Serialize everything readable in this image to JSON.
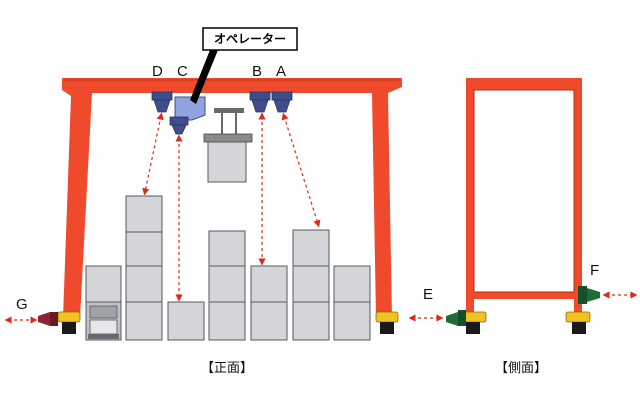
{
  "operator_label": "オペレーター",
  "sensor_labels": {
    "a": "A",
    "b": "B",
    "c": "C",
    "d": "D",
    "e": "E",
    "f": "F",
    "g": "G"
  },
  "captions": {
    "front": "【正面】",
    "side": "【側面】"
  },
  "colors": {
    "frame": "#ee4a2b",
    "sensor": "#3f4e8a",
    "operator_cab": "#8fa3e0",
    "container": "#d3d5d8",
    "beam": "#dd2a1a",
    "wheel": "#f2c320",
    "side_sensor": "#1f6b3a",
    "sensor_g": "#8a2433"
  }
}
